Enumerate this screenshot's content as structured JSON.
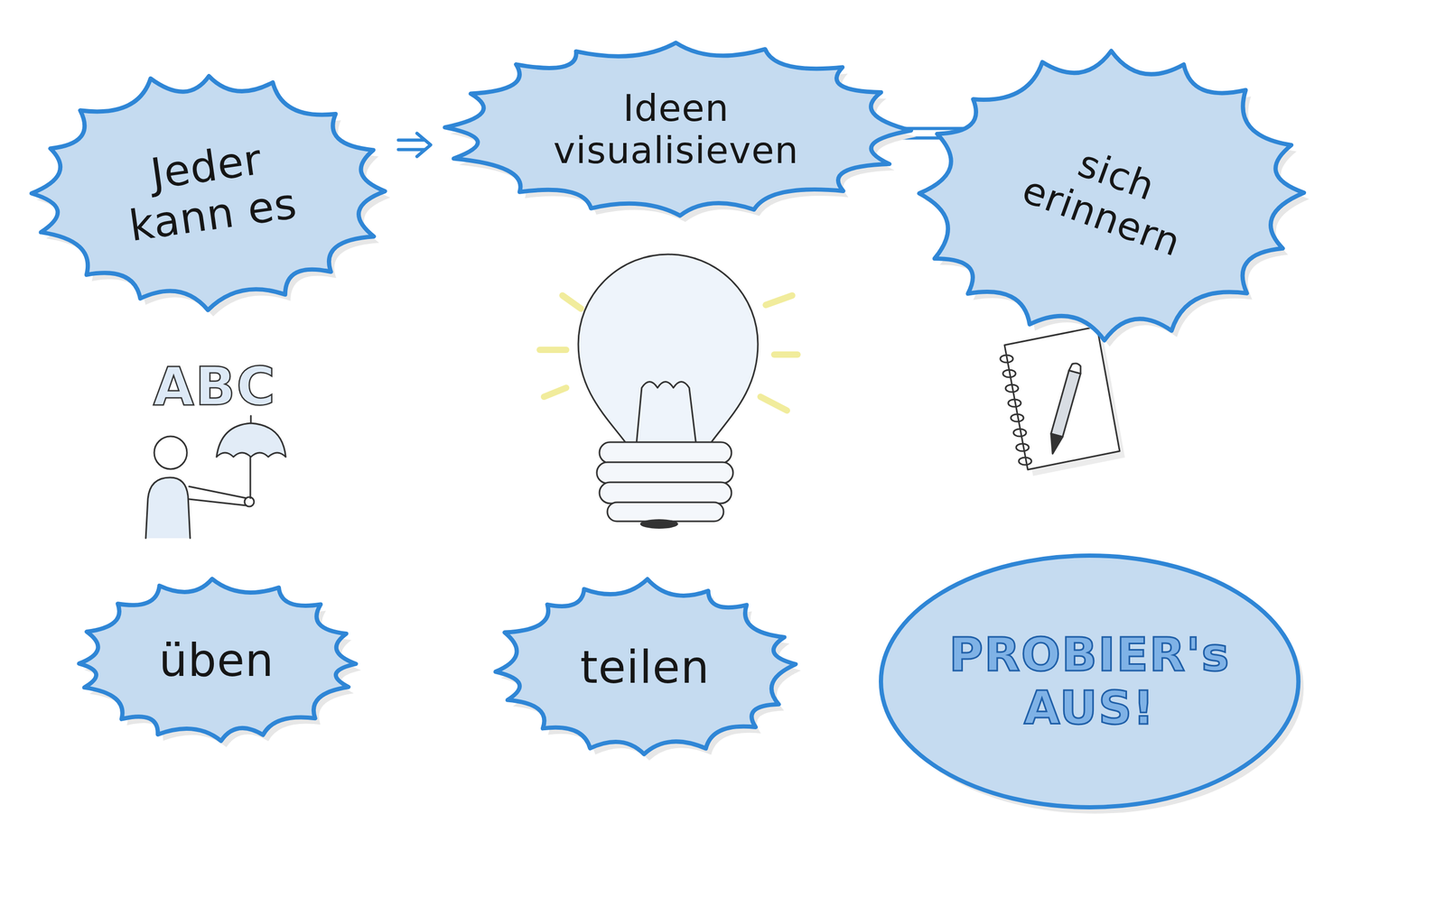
{
  "diagram": {
    "nodes": [
      {
        "text": [
          "Jeder kann es"
        ]
      },
      {
        "text": [
          "Ideen visualisieven"
        ]
      },
      {
        "text": [
          "sich erinnern"
        ]
      },
      {
        "text": [
          "üben"
        ]
      },
      {
        "text": [
          "teilen"
        ]
      },
      {
        "text": [
          "PROBIER's AUS!"
        ]
      }
    ],
    "edges": [
      {
        "from": 0,
        "to": 1,
        "arrow": "to"
      },
      {
        "from": 1,
        "to": 2,
        "arrow": "to"
      }
    ],
    "labels": [
      "ABC"
    ]
  }
}
